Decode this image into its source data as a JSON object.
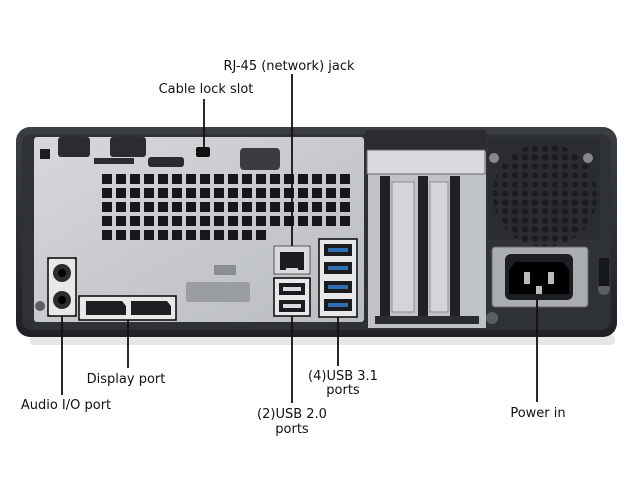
{
  "labels": {
    "rj45": "RJ-45 (network) jack",
    "cable_lock": "Cable lock slot",
    "display_port": "Display port",
    "audio_io": "Audio I/O port",
    "usb30_line1": "(4)USB 3.1",
    "usb30_line2": "ports",
    "usb20_line1": "(2)USB 2.0",
    "usb20_line2": "ports",
    "power_in": "Power in"
  },
  "colors": {
    "chassis": "#2b2d30",
    "panel": "#c9ccd0",
    "vents": "#15171a",
    "callout_box": "#f2f2f2",
    "callout_line": "#111111"
  }
}
